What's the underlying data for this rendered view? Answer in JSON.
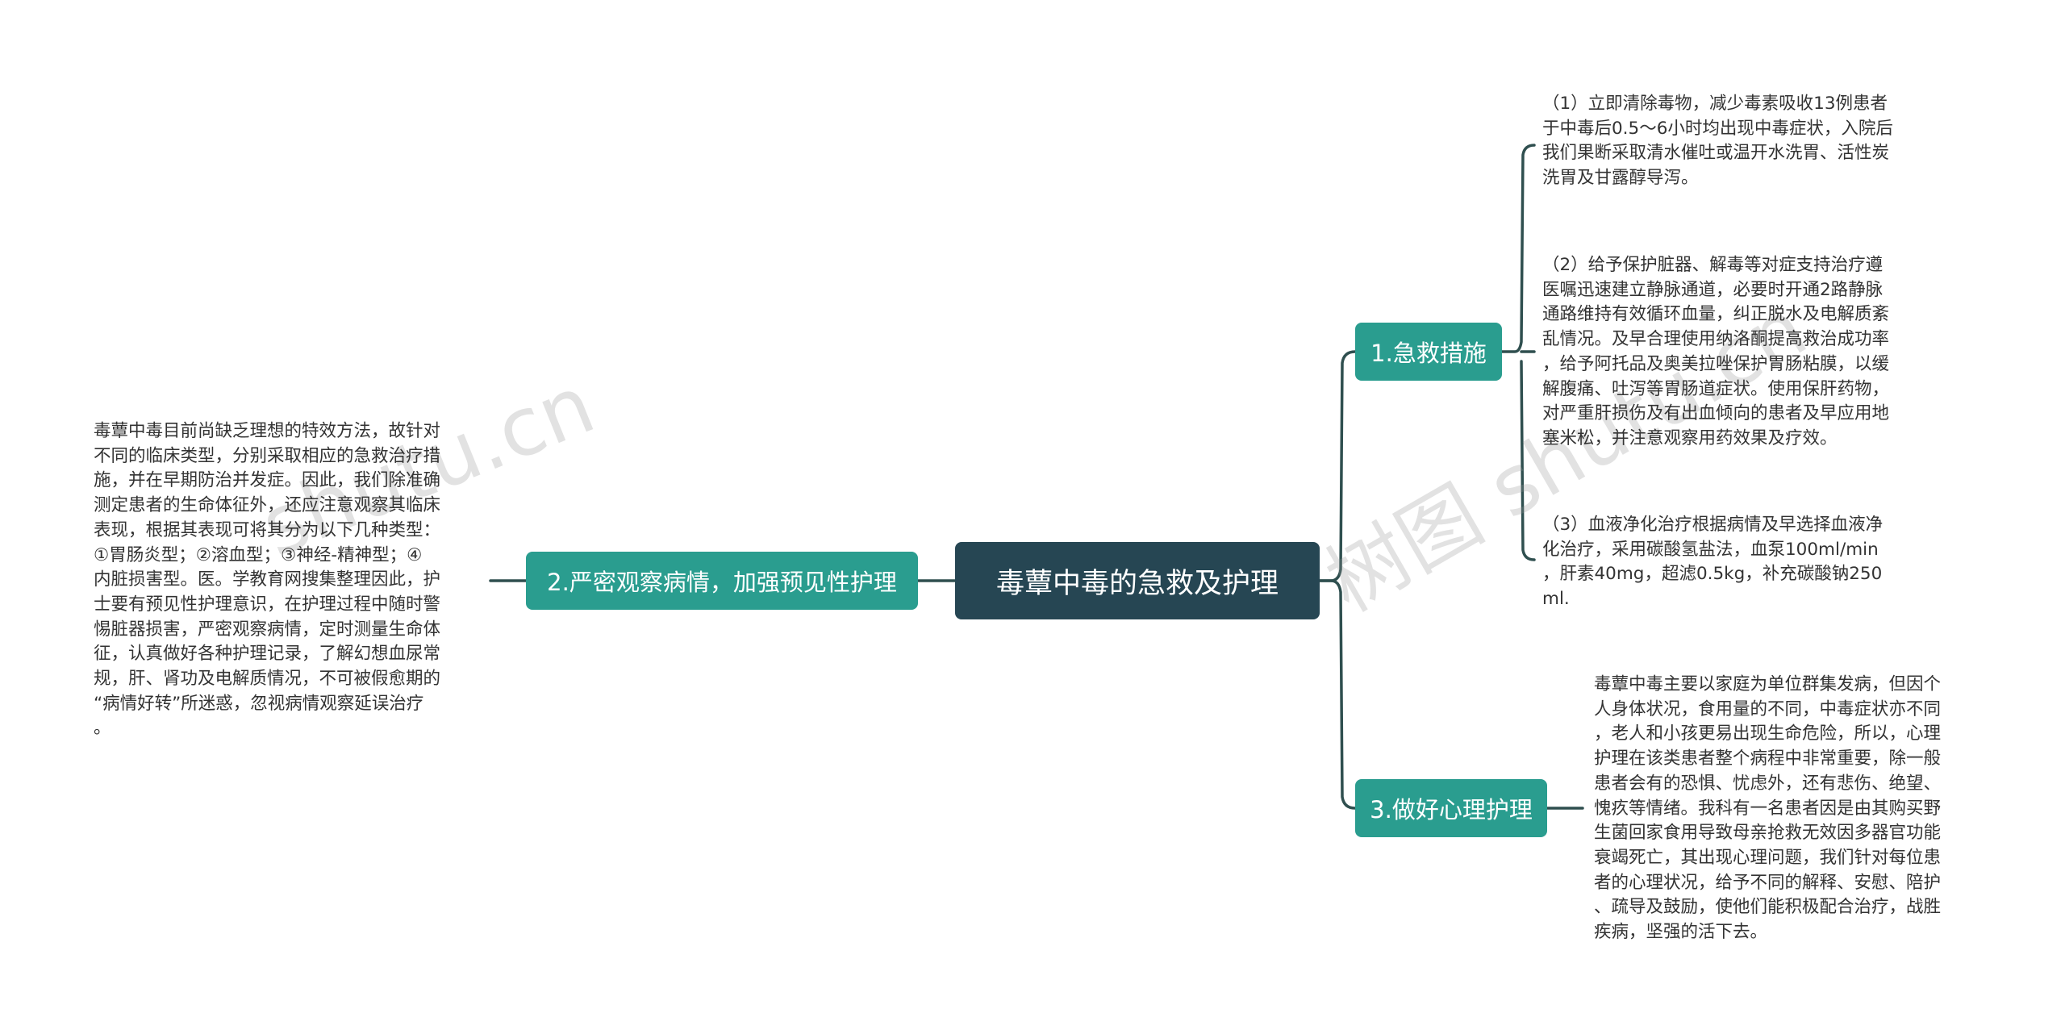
{
  "root": {
    "label": "毒蕈中毒的急救及护理"
  },
  "branches": [
    {
      "label": "1.急救措施",
      "leaves": [
        "（1）立即清除毒物，减少毒素吸收13例患者\n于中毒后0.5～6小时均出现中毒症状，入院后\n我们果断采取清水催吐或温开水洗胃、活性炭\n洗胃及甘露醇导泻。",
        "（2）给予保护脏器、解毒等对症支持治疗遵\n医嘱迅速建立静脉通道，必要时开通2路静脉\n通路维持有效循环血量，纠正脱水及电解质紊\n乱情况。及早合理使用纳洛酮提高救治成功率\n，给予阿托品及奥美拉唑保护胃肠粘膜，以缓\n解腹痛、吐泻等胃肠道症状。使用保肝药物，\n对严重肝损伤及有出血倾向的患者及早应用地\n塞米松，并注意观察用药效果及疗效。",
        "（3）血液净化治疗根据病情及早选择血液净\n化治疗，采用碳酸氢盐法，血泵100ml/min\n，肝素40mg，超滤0.5kg，补充碳酸钠250\nml."
      ]
    },
    {
      "label": "2.严密观察病情，加强预见性护理",
      "leaves": [
        "毒蕈中毒目前尚缺乏理想的特效方法，故针对\n不同的临床类型，分别采取相应的急救治疗措\n施，并在早期防治并发症。因此，我们除准确\n测定患者的生命体征外，还应注意观察其临床\n表现，根据其表现可将其分为以下几种类型：\n①胃肠炎型；②溶血型；③神经-精神型；④\n内脏损害型。医。学教育网搜集整理因此，护\n士要有预见性护理意识，在护理过程中随时警\n惕脏器损害，严密观察病情，定时测量生命体\n征，认真做好各种护理记录，了解幻想血尿常\n规，肝、肾功及电解质情况，不可被假愈期的\n“病情好转”所迷惑，忽视病情观察延误治疗\n。"
      ]
    },
    {
      "label": "3.做好心理护理",
      "leaves": [
        "毒蕈中毒主要以家庭为单位群集发病，但因个\n人身体状况，食用量的不同，中毒症状亦不同\n，老人和小孩更易出现生命危险，所以，心理\n护理在该类患者整个病程中非常重要，除一般\n患者会有的恐惧、忧虑外，还有悲伤、绝望、\n愧疚等情绪。我科有一名患者因是由其购买野\n生菌回家食用导致母亲抢救无效因多器官功能\n衰竭死亡，其出现心理问题，我们针对每位患\n者的心理状况，给予不同的解释、安慰、陪护\n、疏导及鼓励，使他们能积极配合治疗，战胜\n疾病，坚强的活下去。"
      ]
    }
  ],
  "watermarks": [
    "shutu.cn",
    "树图 shutu.cn"
  ],
  "colors": {
    "root_bg": "#264653",
    "branch_bg": "#2a9d8f",
    "line": "#2f4f4f",
    "text": "#333333"
  }
}
